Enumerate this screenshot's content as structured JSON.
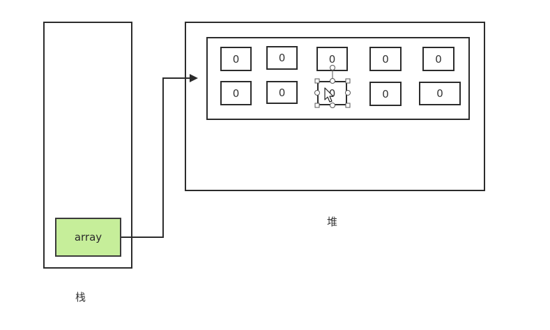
{
  "stack": {
    "label": "栈"
  },
  "heap": {
    "label": "堆"
  },
  "reference": {
    "label": "array"
  },
  "array_cells": [
    "0",
    "0",
    "0",
    "0",
    "0",
    "0",
    "0",
    "0",
    "0",
    "0"
  ],
  "colors": {
    "reference_fill": "#c6ee9a",
    "stroke": "#2b2b2b",
    "selection_handle": "#555555"
  },
  "selected_cell_index": 7
}
